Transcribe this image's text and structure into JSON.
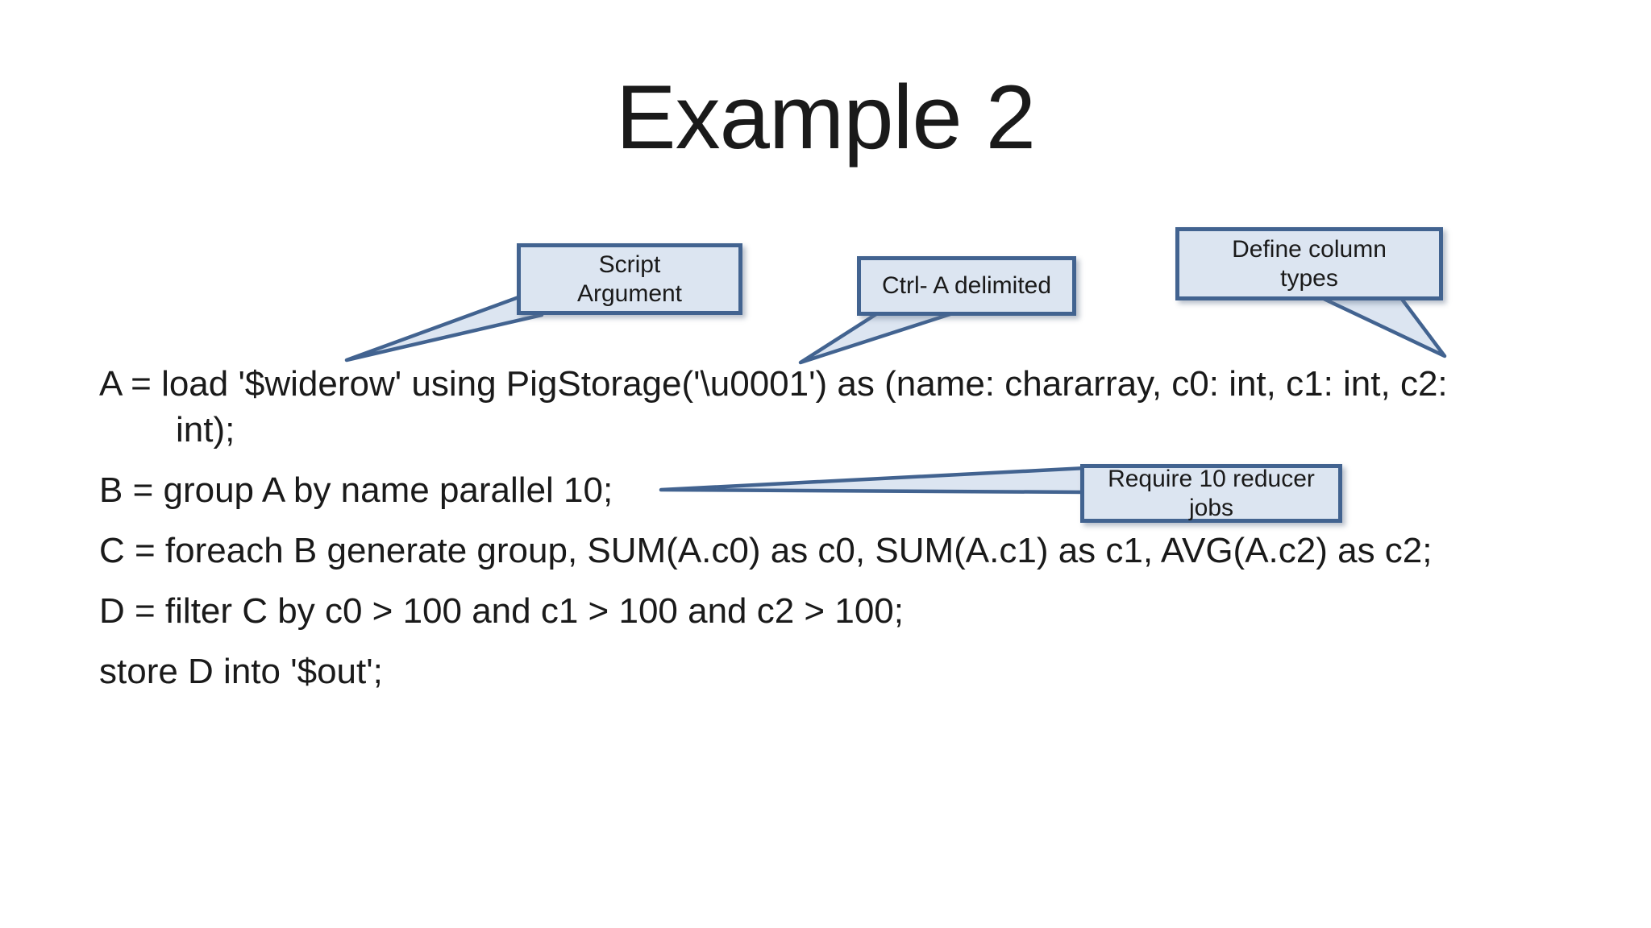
{
  "theme": {
    "background": "#ffffff",
    "callout_fill": "#dce5f1",
    "callout_border": "#426390",
    "text_color": "#1a1a1a"
  },
  "slide": {
    "title": "Example 2"
  },
  "code": {
    "lines": [
      "A = load '$widerow' using PigStorage('\\u0001') as (name: chararray, c0: int, c1: int, c2:",
      "int);",
      "B = group A by name parallel 10;",
      "C = foreach B generate group, SUM(A.c0) as c0, SUM(A.c1) as c1, AVG(A.c2) as c2;",
      "D = filter C by c0 > 100 and c1 > 100 and c2 > 100;",
      "store D into '$out';"
    ]
  },
  "callouts": {
    "script_argument": {
      "label": "Script\nArgument"
    },
    "ctrl_a": {
      "label": "Ctrl- A delimited"
    },
    "define_column": {
      "label": "Define column\ntypes"
    },
    "require_reducer": {
      "label": "Require 10 reducer\njobs"
    }
  }
}
